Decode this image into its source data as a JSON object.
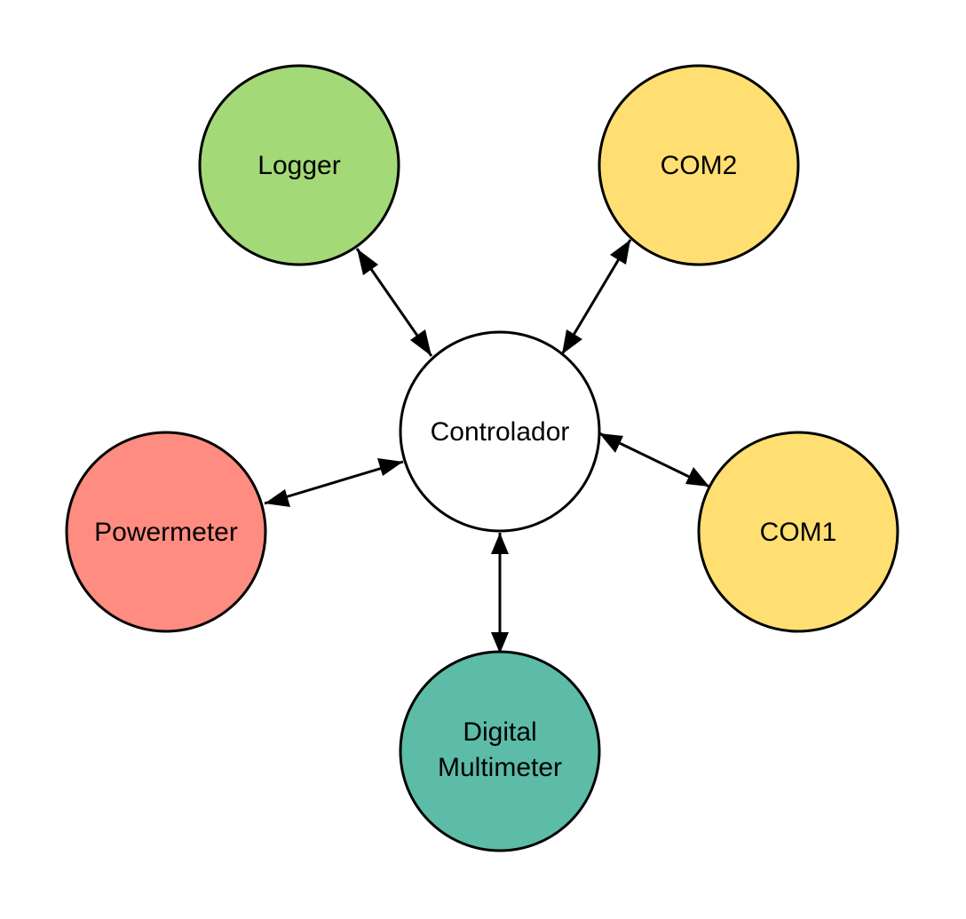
{
  "diagram": {
    "nodes": {
      "center": {
        "label": "Controlador",
        "color": "#ffffff"
      },
      "logger": {
        "label": "Logger",
        "color": "#a3d977"
      },
      "com2": {
        "label": "COM2",
        "color": "#ffdf71"
      },
      "powermeter": {
        "label": "Powermeter",
        "color": "#ff8c80"
      },
      "com1": {
        "label": "COM1",
        "color": "#ffdf71"
      },
      "multimeter": {
        "label_line1": "Digital",
        "label_line2": "Multimeter",
        "color": "#5cbca8"
      }
    },
    "edges": [
      {
        "from": "center",
        "to": "logger",
        "direction": "bidirectional"
      },
      {
        "from": "center",
        "to": "com2",
        "direction": "bidirectional"
      },
      {
        "from": "center",
        "to": "powermeter",
        "direction": "bidirectional"
      },
      {
        "from": "center",
        "to": "com1",
        "direction": "bidirectional"
      },
      {
        "from": "center",
        "to": "multimeter",
        "direction": "bidirectional"
      }
    ]
  }
}
